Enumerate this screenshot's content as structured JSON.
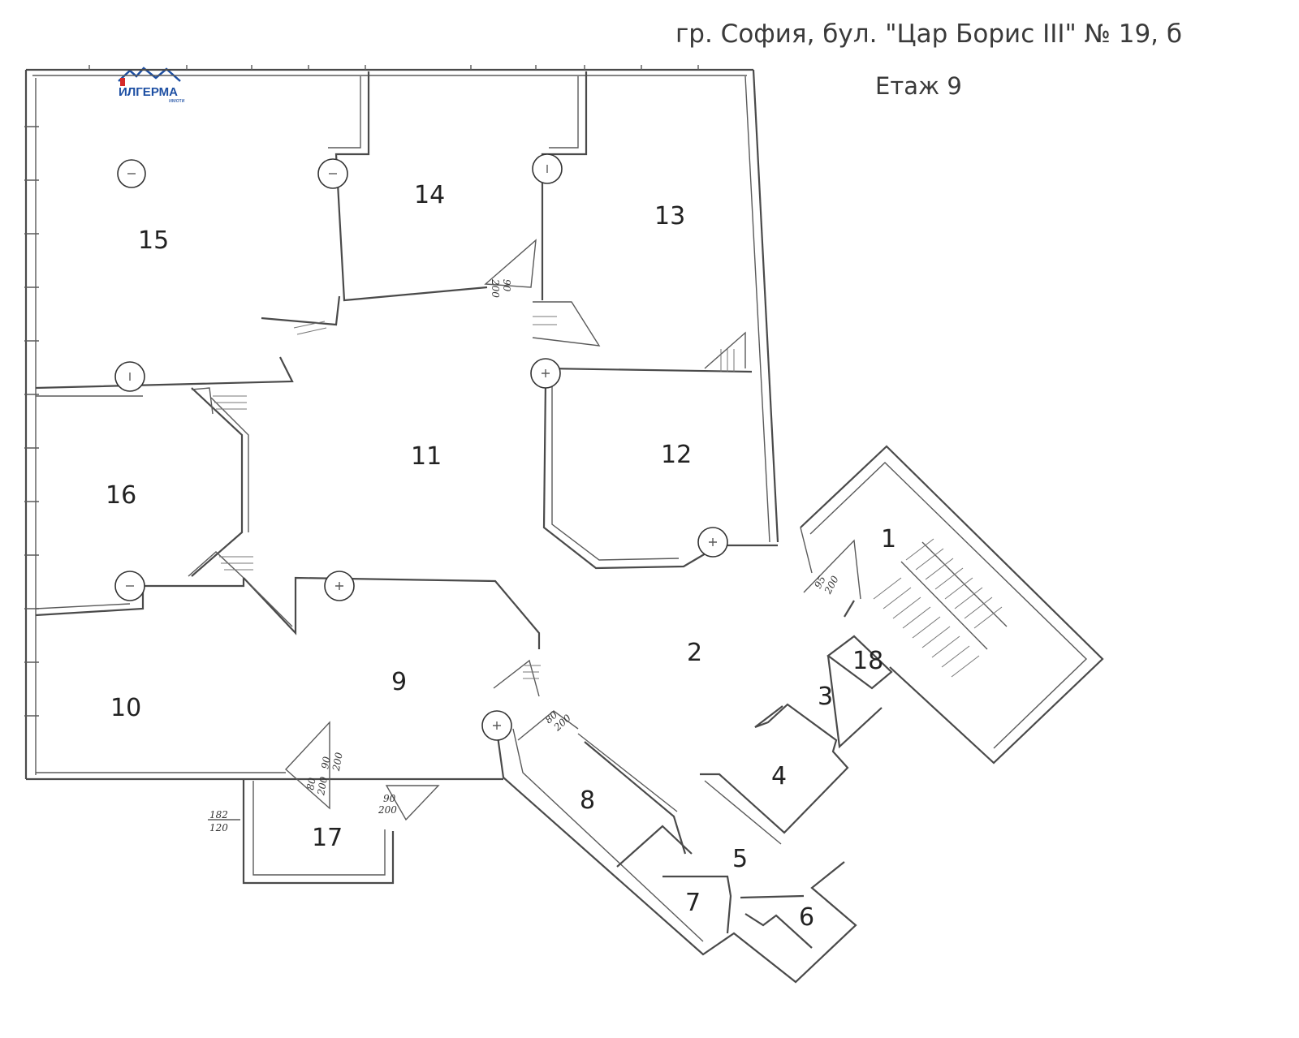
{
  "header": {
    "address": "гр. София, бул. \"Цар Борис III\" № 19, б",
    "floor": "Етаж 9"
  },
  "logo": {
    "text": "ИЛГЕРМА",
    "subtext": "имоти",
    "color": "#1d4fa3",
    "accent": "#d62a2a"
  },
  "rooms": [
    {
      "id": "1",
      "label": "1"
    },
    {
      "id": "2",
      "label": "2"
    },
    {
      "id": "3",
      "label": "3"
    },
    {
      "id": "4",
      "label": "4"
    },
    {
      "id": "5",
      "label": "5"
    },
    {
      "id": "6",
      "label": "6"
    },
    {
      "id": "7",
      "label": "7"
    },
    {
      "id": "8",
      "label": "8"
    },
    {
      "id": "9",
      "label": "9"
    },
    {
      "id": "10",
      "label": "10"
    },
    {
      "id": "11",
      "label": "11"
    },
    {
      "id": "12",
      "label": "12"
    },
    {
      "id": "13",
      "label": "13"
    },
    {
      "id": "14",
      "label": "14"
    },
    {
      "id": "15",
      "label": "15"
    },
    {
      "id": "16",
      "label": "16"
    },
    {
      "id": "17",
      "label": "17"
    },
    {
      "id": "18",
      "label": "18"
    }
  ],
  "door_dims": [
    {
      "w": "90",
      "h": "200"
    },
    {
      "w": "95",
      "h": "200"
    },
    {
      "w": "80",
      "h": "200"
    },
    {
      "w": "80",
      "h": "200"
    },
    {
      "w": "90",
      "h": "200"
    },
    {
      "w": "90",
      "h": "200"
    },
    {
      "w": "182",
      "h": "120"
    }
  ]
}
